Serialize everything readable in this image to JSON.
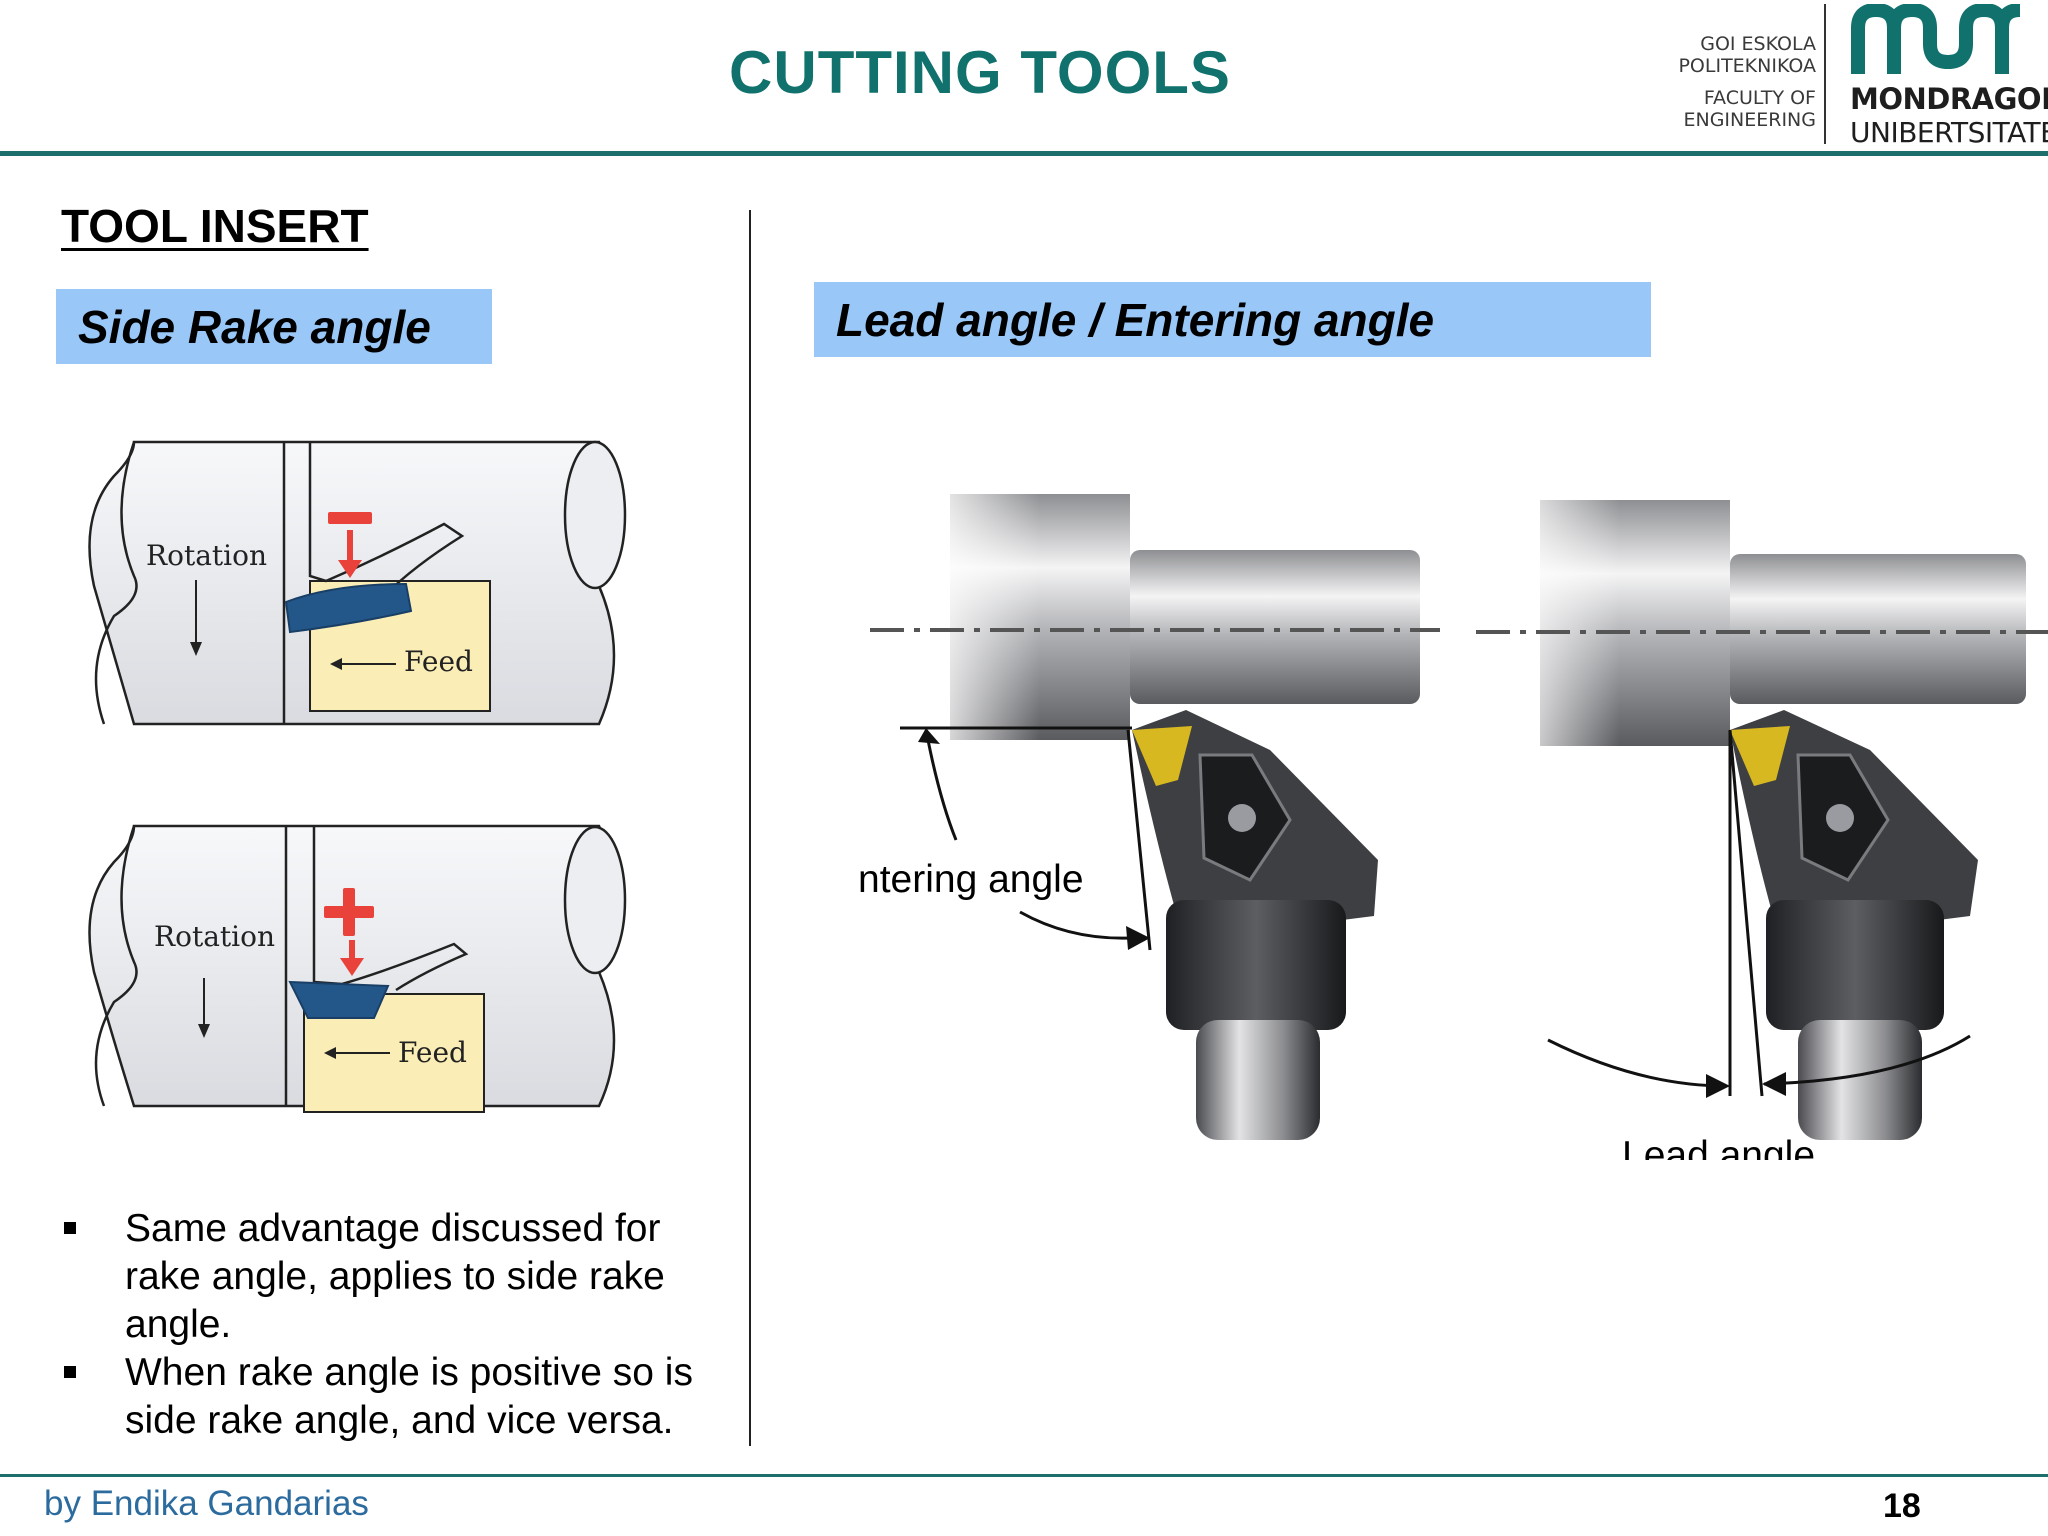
{
  "header": {
    "title": "CUTTING TOOLS",
    "logo": {
      "line1": "GOI ESKOLA",
      "line2": "POLITEKNIKOA",
      "line3": "FACULTY OF",
      "line4": "ENGINEERING",
      "name": "MONDRAGON",
      "sub": "UNIBERTSITATEA",
      "mark_color": "#11716d"
    }
  },
  "left": {
    "section_heading": "TOOL INSERT",
    "band_title": "Side Rake angle",
    "fig_top": {
      "rotation_label": "Rotation",
      "feed_label": "Feed",
      "sign": "−"
    },
    "fig_bottom": {
      "rotation_label": "Rotation",
      "feed_label": "Feed",
      "sign": "+"
    },
    "bullets": [
      "Same advantage discussed for rake angle, applies to side rake angle.",
      "When rake angle is positive so is side rake angle, and vice versa."
    ]
  },
  "right": {
    "band_title": "Lead angle / Entering angle",
    "label_entering": "Entering angle",
    "label_lead": "Lead angle"
  },
  "footer": {
    "author": "by Endika Gandarias",
    "page_number": "18"
  },
  "colors": {
    "accent_teal": "#11716d",
    "band_blue": "#99c8f8",
    "insert_blue": "#23578a",
    "sign_red": "#e8423a",
    "workpiece_yellow": "#fbedb6"
  }
}
